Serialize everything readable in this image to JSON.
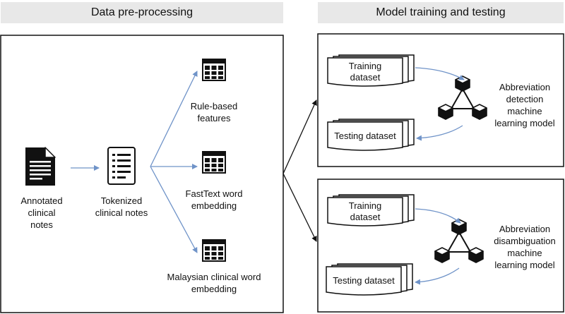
{
  "headers": {
    "preprocessing": "Data pre-processing",
    "training": "Model training and testing"
  },
  "nodes": {
    "annotated": "Annotated\nclinical\nnotes",
    "tokenized": "Tokenized\nclinical notes",
    "rule_based": "Rule-based\nfeatures",
    "fasttext": "FastText word\nembedding",
    "malaysian": "Malaysian clinical word\nembedding"
  },
  "detection_panel": {
    "training": "Training\ndataset",
    "testing": "Testing dataset",
    "model": "Abbreviation\ndetection\nmachine\nlearning model"
  },
  "disambiguation_panel": {
    "training": "Training\ndataset",
    "testing": "Testing dataset",
    "model": "Abbreviation\ndisambiguation\nmachine\nlearning model"
  },
  "colors": {
    "header_bg": "#e8e8e8",
    "arrow_blue": "#6f93c8",
    "line_dark": "#111111"
  }
}
